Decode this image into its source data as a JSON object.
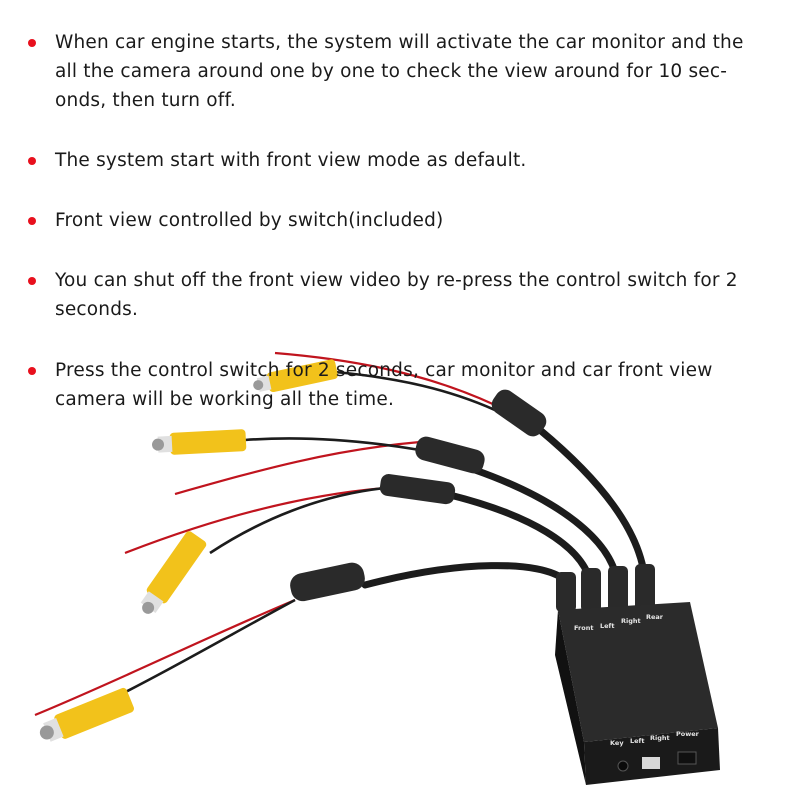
{
  "bullets": [
    "When car engine starts, the system will activate the car monitor and the all the camera around one by one to check the view around for 10 sec-onds, then turn off.",
    "The system start with front view mode as default.",
    "Front view controlled by switch(included)",
    "You can shut off the front view video by re-press the control switch for 2 seconds.",
    "Press the control switch for 2 seconds, car monitor and car front view camera will be working all the time."
  ],
  "bullet_lines": [
    [
      "When car engine starts, the system will activate the car monitor and the",
      "all the camera around one by one to check the view around for 10 sec-",
      "onds, then turn off."
    ],
    [
      "The system start with front view mode as default."
    ],
    [
      "Front view controlled by switch(included)"
    ],
    [
      "You can shut off the front view video by re-press the control switch for 2",
      "seconds."
    ],
    [
      "Press the control switch for 2 seconds, car monitor and car front view",
      "camera will be working all the time."
    ]
  ],
  "box_labels": {
    "top": [
      "Front",
      "Left",
      "Right",
      "Rear"
    ],
    "front": [
      "Key",
      "Left",
      "Right",
      "Power"
    ]
  },
  "colors": {
    "bullet_dot": "#e8101d",
    "rca_yellow": "#f2c21b",
    "wire_red": "#c0141e",
    "cable_black": "#1c1c1c",
    "box": "#222222"
  },
  "icons": [
    "bullet-dot-icon",
    "rca-connector-icon",
    "control-box-icon"
  ]
}
